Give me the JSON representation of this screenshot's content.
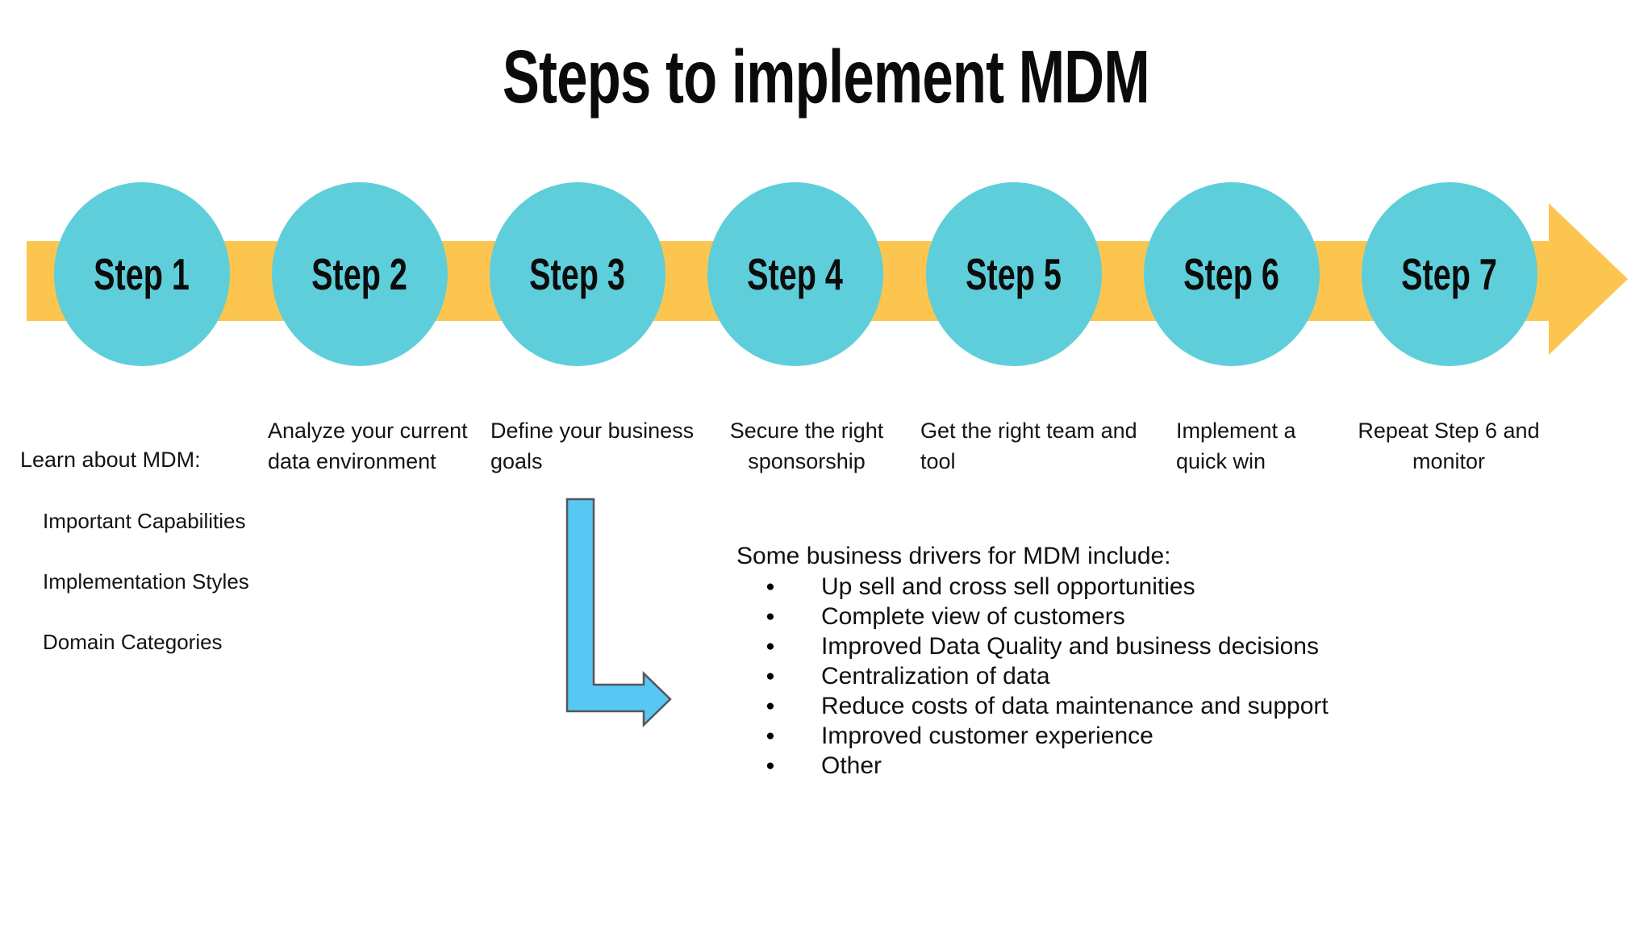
{
  "title": "Steps to implement MDM",
  "colors": {
    "circle_teal": "#5ECFDA",
    "timeline_yellow": "#FBC54F",
    "elbow_arrow_fill": "#58C7F4",
    "elbow_arrow_stroke": "#55565A",
    "text": "#111111",
    "background": "#FFFFFF"
  },
  "steps": [
    {
      "label": "Step 1",
      "description": "Learn about MDM:",
      "sub_items": [
        "Important Capabilities",
        "Implementation Styles",
        "Domain Categories"
      ]
    },
    {
      "label": "Step 2",
      "description": "Analyze your current\ndata environment"
    },
    {
      "label": "Step 3",
      "description": "Define your business\ngoals"
    },
    {
      "label": "Step 4",
      "description": "Secure the right\nsponsorship"
    },
    {
      "label": "Step 5",
      "description": "Get the right team and\ntool"
    },
    {
      "label": "Step 6",
      "description": "Implement a\nquick win"
    },
    {
      "label": "Step 7",
      "description": "Repeat Step 6 and\nmonitor"
    }
  ],
  "drivers": {
    "heading": "Some business drivers for MDM include:",
    "bullet": "●",
    "items": [
      "Up sell and cross sell opportunities",
      "Complete view of customers",
      "Improved Data Quality and business decisions",
      "Centralization of data",
      "Reduce costs of data maintenance and support",
      "Improved customer experience",
      "Other"
    ]
  }
}
